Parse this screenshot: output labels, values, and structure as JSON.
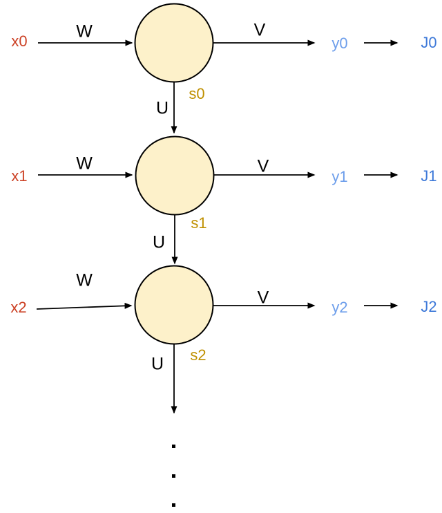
{
  "diagram": {
    "kind": "unrolled-recurrent-network",
    "weights": {
      "W": "W",
      "U": "U",
      "V": "V"
    },
    "rows": [
      {
        "input": "x0",
        "state": "s0",
        "output": "y0",
        "loss": "J0"
      },
      {
        "input": "x1",
        "state": "s1",
        "output": "y1",
        "loss": "J1"
      },
      {
        "input": "x2",
        "state": "s2",
        "output": "y2",
        "loss": "J2"
      }
    ],
    "continuation": {
      "dots_count": 3
    },
    "colors": {
      "input_text": "#cc4125",
      "output_text": "#6d9eeb",
      "loss_text": "#3c78d8",
      "state_text": "#bf9000",
      "node_fill": "#fdf1ca",
      "line": "#000000"
    }
  }
}
